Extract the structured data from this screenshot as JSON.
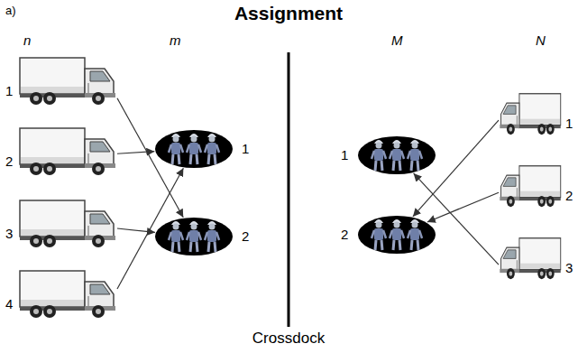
{
  "diagram": {
    "title": "Assignment",
    "nodes": [
      {
        "text": [
          "1"
        ]
      },
      {
        "text": [
          "2"
        ]
      },
      {
        "text": [
          "3"
        ]
      },
      {
        "text": [
          "4"
        ]
      },
      {
        "text": [
          "1"
        ]
      },
      {
        "text": [
          "2"
        ]
      },
      {
        "text": [
          "1"
        ]
      },
      {
        "text": [
          "2"
        ]
      },
      {
        "text": [
          "1"
        ]
      },
      {
        "text": [
          "2"
        ]
      },
      {
        "text": [
          "3"
        ]
      }
    ],
    "edges": [
      {
        "from": 0,
        "to": 5,
        "arrow": "to"
      },
      {
        "from": 1,
        "to": 4,
        "arrow": "to"
      },
      {
        "from": 2,
        "to": 5,
        "arrow": "to"
      },
      {
        "from": 3,
        "to": 4,
        "arrow": "to"
      },
      {
        "from": 8,
        "to": 7,
        "arrow": "to"
      },
      {
        "from": 9,
        "to": 7,
        "arrow": "to"
      },
      {
        "from": 10,
        "to": 6,
        "arrow": "to"
      }
    ],
    "labels": [
      "a)",
      "n",
      "m",
      "M",
      "N",
      "Crossdock"
    ]
  }
}
